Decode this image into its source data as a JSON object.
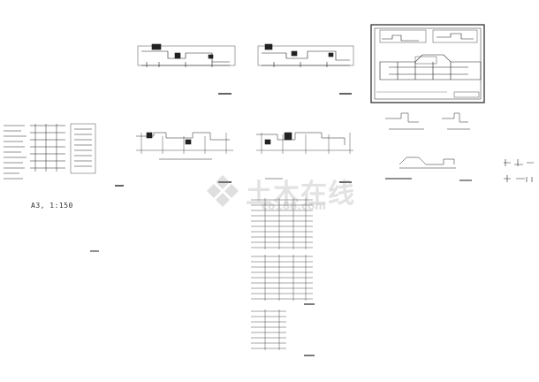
{
  "drawing": {
    "scale_label": "A3, 1:150",
    "background": "#ffffff",
    "line_color": "#1a1a1a"
  },
  "watermark": {
    "text_cn": "土木在线",
    "text_en": "co188.com",
    "icon": "diamond-logo-icon"
  }
}
